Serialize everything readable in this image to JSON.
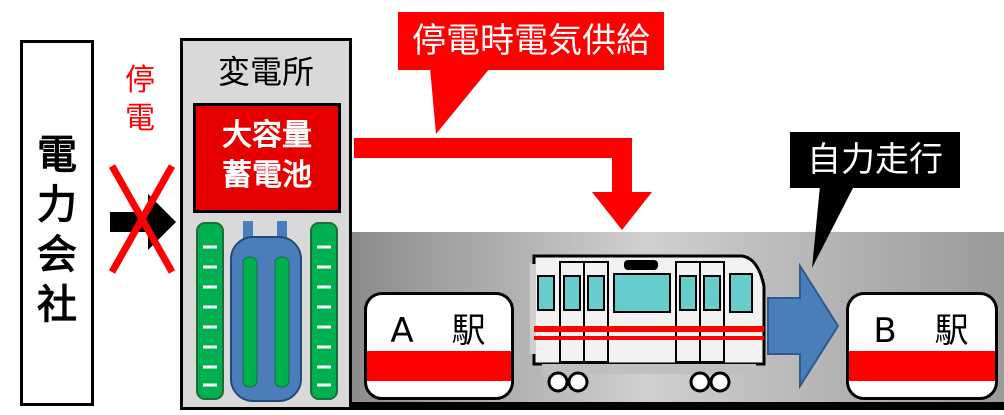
{
  "power_company": {
    "label": [
      "電",
      "力",
      "会",
      "社"
    ]
  },
  "outage": {
    "label": [
      "停",
      "電"
    ]
  },
  "substation": {
    "title": "変電所",
    "battery": [
      "大容量",
      "蓄電池"
    ]
  },
  "callouts": {
    "supply": "停電時電気供給",
    "self_run": "自力走行"
  },
  "stations": {
    "a": "A　駅",
    "b": "B　駅"
  },
  "colors": {
    "red": "#ff0000",
    "dark_red": "#e60000",
    "green": "#00b050",
    "blue": "#4a7ebb",
    "gray": "#d9d9d9"
  }
}
